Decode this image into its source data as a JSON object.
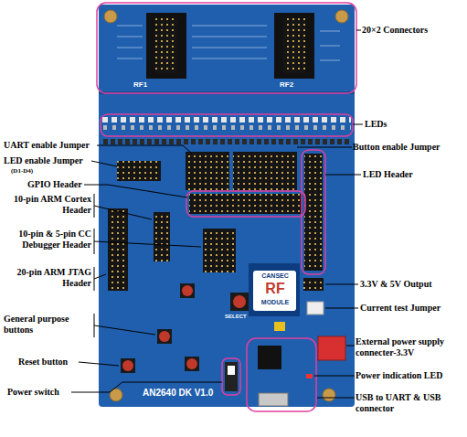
{
  "diagram": {
    "labels": [
      "20×2 Connectors",
      "LEDs",
      "Button enable Jumper",
      "LED Header",
      "UART enable Jumper",
      "LED enable Jumper",
      "(D1-D4)",
      "GPIO Header",
      "10-pin ARM Cortex Header",
      "10-pin & 5-pin CC Debugger Header",
      "20-pin ARM JTAG Header",
      "3.3V & 5V Output",
      "Current test Jumper",
      "General purpose buttons",
      "External power supply connecter-3.3V",
      "Reset button",
      "Power indication LED",
      "Power switch",
      "USB to UART & USB connector",
      "RF1",
      "RF2",
      "CANSEC",
      "RF",
      "MODULE",
      "AN2640 DK V1.0",
      "SELECT"
    ]
  }
}
